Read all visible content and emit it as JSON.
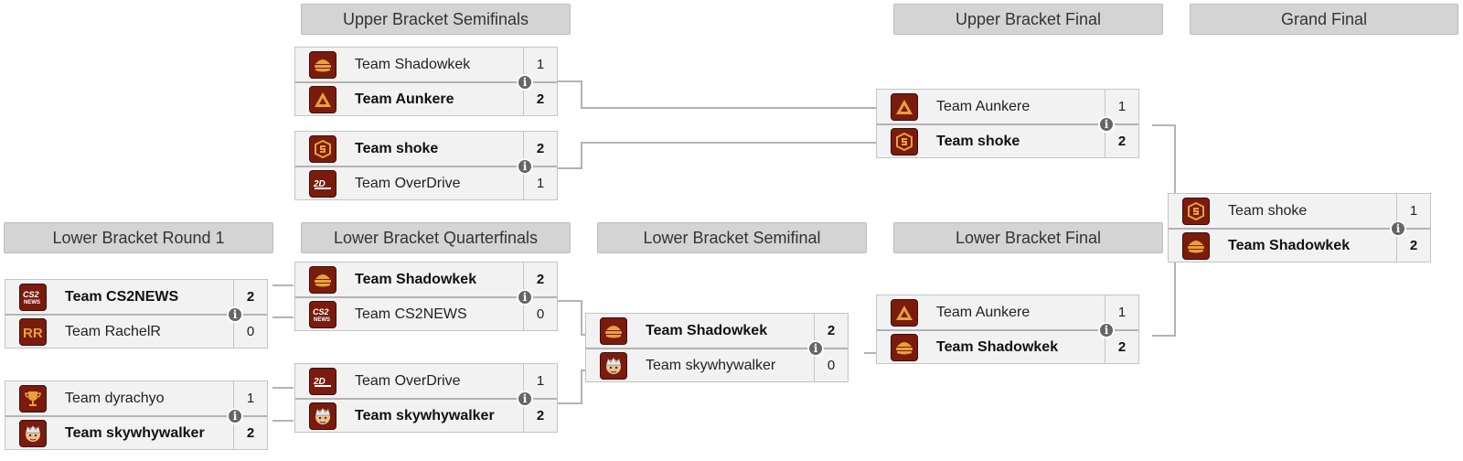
{
  "headers": {
    "ub_semis": "Upper Bracket Semifinals",
    "ub_final": "Upper Bracket Final",
    "grand_final": "Grand Final",
    "lb_r1": "Lower Bracket Round 1",
    "lb_qf": "Lower Bracket Quarterfinals",
    "lb_sf": "Lower Bracket Semifinal",
    "lb_final": "Lower Bracket Final"
  },
  "matches": {
    "ubs1": {
      "t1": {
        "name": "Team Shadowkek",
        "score": "1",
        "logo": "burger-icon"
      },
      "t2": {
        "name": "Team Aunkere",
        "score": "2",
        "logo": "triangle-logo-icon"
      }
    },
    "ubs2": {
      "t1": {
        "name": "Team shoke",
        "score": "2",
        "logo": "shield-s-logo-icon"
      },
      "t2": {
        "name": "Team OverDrive",
        "score": "1",
        "logo": "overdrive-logo-icon"
      }
    },
    "ubf": {
      "t1": {
        "name": "Team Aunkere",
        "score": "1",
        "logo": "triangle-logo-icon"
      },
      "t2": {
        "name": "Team shoke",
        "score": "2",
        "logo": "shield-s-logo-icon"
      }
    },
    "gf": {
      "t1": {
        "name": "Team shoke",
        "score": "1",
        "logo": "shield-s-logo-icon"
      },
      "t2": {
        "name": "Team Shadowkek",
        "score": "2",
        "logo": "burger-icon"
      }
    },
    "lbr1a": {
      "t1": {
        "name": "Team CS2NEWS",
        "score": "2",
        "logo": "cs2news-logo-icon"
      },
      "t2": {
        "name": "Team RachelR",
        "score": "0",
        "logo": "rr-logo-icon"
      }
    },
    "lbr1b": {
      "t1": {
        "name": "Team dyrachyo",
        "score": "1",
        "logo": "trophy-icon"
      },
      "t2": {
        "name": "Team skywhywalker",
        "score": "2",
        "logo": "face-avatar-icon"
      }
    },
    "lbqf1": {
      "t1": {
        "name": "Team Shadowkek",
        "score": "2",
        "logo": "burger-icon"
      },
      "t2": {
        "name": "Team CS2NEWS",
        "score": "0",
        "logo": "cs2news-logo-icon"
      }
    },
    "lbqf2": {
      "t1": {
        "name": "Team OverDrive",
        "score": "1",
        "logo": "overdrive-logo-icon"
      },
      "t2": {
        "name": "Team skywhywalker",
        "score": "2",
        "logo": "face-avatar-icon"
      }
    },
    "lbsf": {
      "t1": {
        "name": "Team Shadowkek",
        "score": "2",
        "logo": "burger-icon"
      },
      "t2": {
        "name": "Team skywhywalker",
        "score": "0",
        "logo": "face-avatar-icon"
      }
    },
    "lbf": {
      "t1": {
        "name": "Team Aunkere",
        "score": "1",
        "logo": "triangle-logo-icon"
      },
      "t2": {
        "name": "Team Shadowkek",
        "score": "2",
        "logo": "burger-icon"
      }
    }
  },
  "info_glyph": "i",
  "colors": {
    "logo_bg": "#7a1b0e",
    "logo_fg": "#e8a13a",
    "line": "#b3b3b3",
    "header_bg": "#d4d4d4"
  }
}
